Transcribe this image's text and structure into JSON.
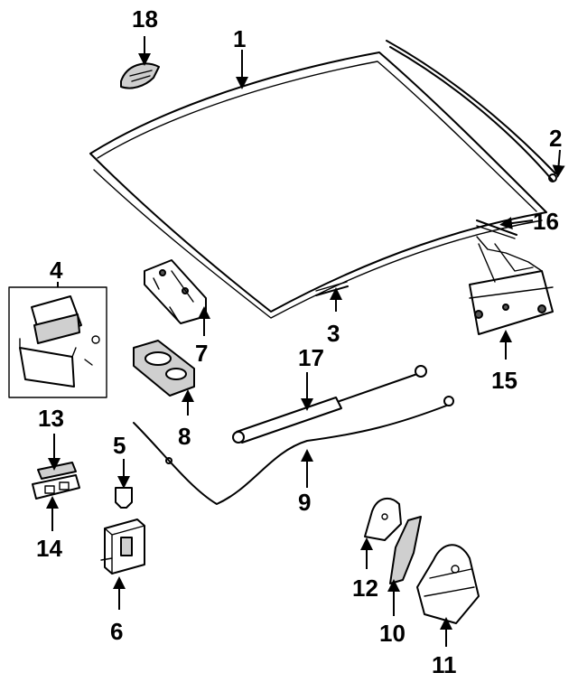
{
  "callouts": {
    "c1": "1",
    "c2": "2",
    "c3": "3",
    "c4": "4",
    "c5": "5",
    "c6": "6",
    "c7": "7",
    "c8": "8",
    "c9": "9",
    "c10": "10",
    "c11": "11",
    "c12": "12",
    "c13": "13",
    "c14": "14",
    "c15": "15",
    "c16": "16",
    "c17": "17",
    "c18": "18"
  },
  "colors": {
    "ink": "#000000",
    "background": "#ffffff",
    "shade": "#cfcfcf"
  }
}
